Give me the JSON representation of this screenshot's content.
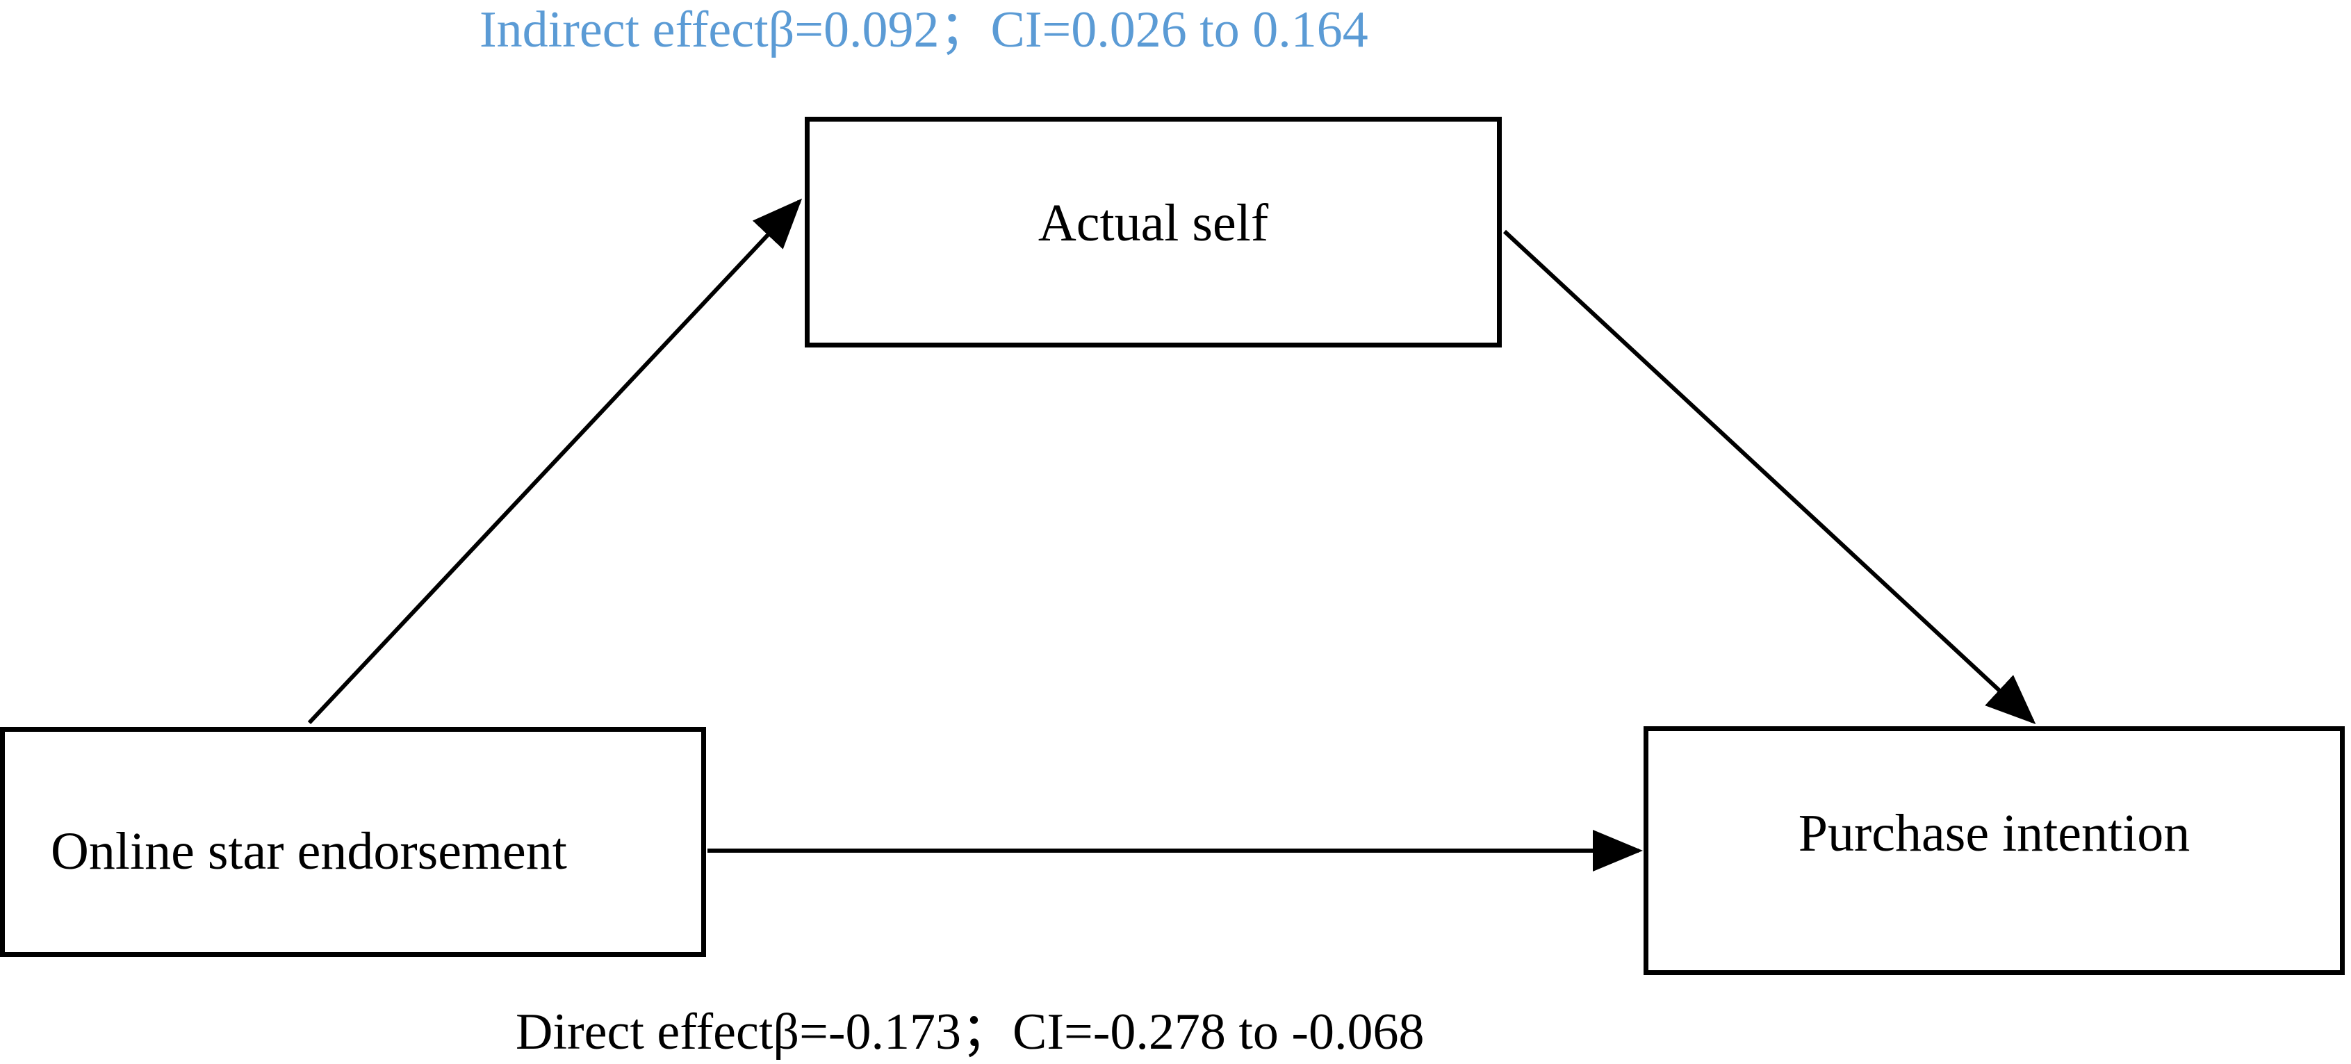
{
  "diagram": {
    "indirect_effect_label": "Indirect effectβ=0.092；CI=0.026 to 0.164",
    "direct_effect_label": "Direct effectβ=-0.173；CI=-0.278 to -0.068",
    "nodes": {
      "mediator": "Actual self",
      "independent": "Online star endorsement",
      "dependent": "Purchase intention"
    },
    "colors": {
      "indirect_label": "#5b9bd5",
      "direct_label": "#000000",
      "lines": "#000000"
    }
  }
}
